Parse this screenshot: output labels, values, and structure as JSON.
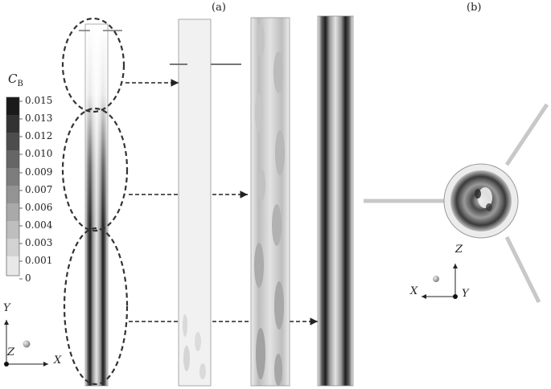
{
  "panels": {
    "a": "(a)",
    "b": "(b)"
  },
  "colorbar": {
    "symbol": "C",
    "subscript": "B",
    "ticks": [
      "0.015",
      "0.013",
      "0.012",
      "0.010",
      "0.009",
      "0.007",
      "0.006",
      "0.004",
      "0.003",
      "0.001",
      "0"
    ]
  },
  "axes_left": {
    "vertical": "Y",
    "depth": "Z",
    "horizontal": "X"
  },
  "axes_right": {
    "vertical": "Z",
    "horizontal": "X",
    "depth": "Y"
  },
  "colors": {
    "ink": "#222222",
    "background": "#ffffff"
  }
}
